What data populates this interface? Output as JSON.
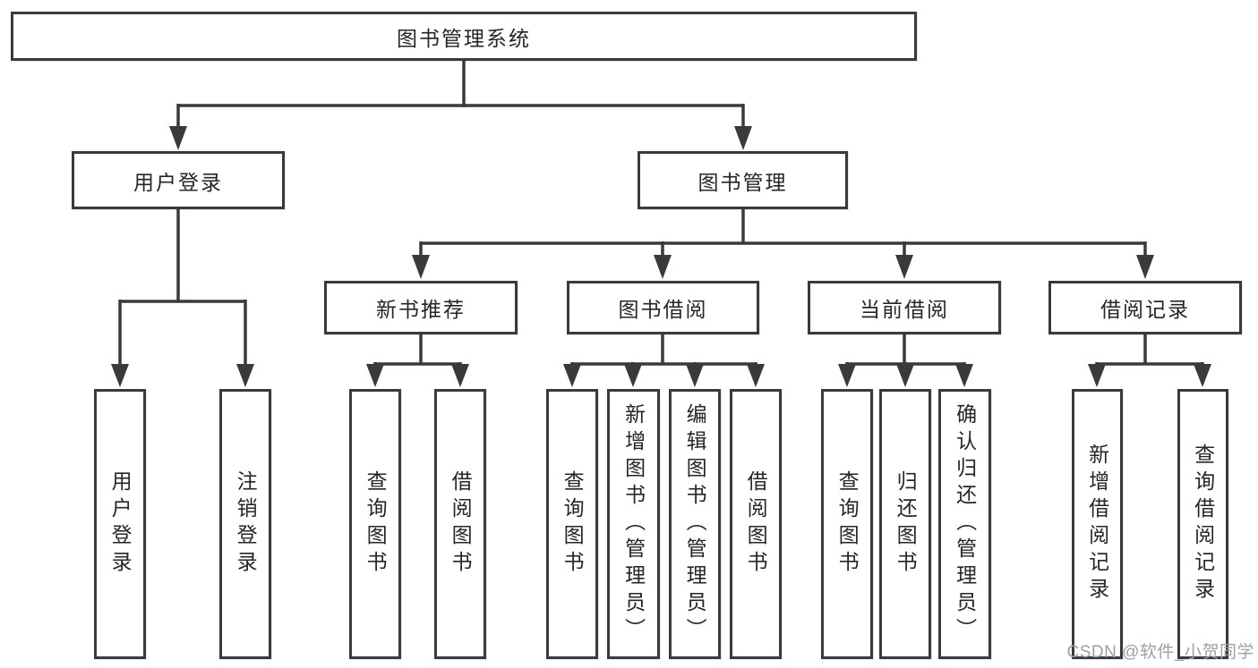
{
  "tree": {
    "label": "图书管理系统",
    "children": [
      {
        "label": "用户登录",
        "children": [
          {
            "label": "用户登录"
          },
          {
            "label": "注销登录"
          }
        ]
      },
      {
        "label": "图书管理",
        "children": [
          {
            "label": "新书推荐",
            "children": [
              {
                "label": "查询图书"
              },
              {
                "label": "借阅图书"
              }
            ]
          },
          {
            "label": "图书借阅",
            "children": [
              {
                "label": "查询图书"
              },
              {
                "label": "新增图书（管理员）"
              },
              {
                "label": "编辑图书（管理员）"
              },
              {
                "label": "借阅图书"
              }
            ]
          },
          {
            "label": "当前借阅",
            "children": [
              {
                "label": "查询图书"
              },
              {
                "label": "归还图书"
              },
              {
                "label": "确认归还（管理员）"
              }
            ]
          },
          {
            "label": "借阅记录",
            "children": [
              {
                "label": "新增借阅记录"
              },
              {
                "label": "查询借阅记录"
              }
            ]
          }
        ]
      }
    ]
  },
  "watermark": "CSDN @软件_小贺同学",
  "colors": {
    "line": "#3a3a3a",
    "box_fill": "#ffffff",
    "text": "#262626",
    "watermark": "#9fa0a2"
  }
}
